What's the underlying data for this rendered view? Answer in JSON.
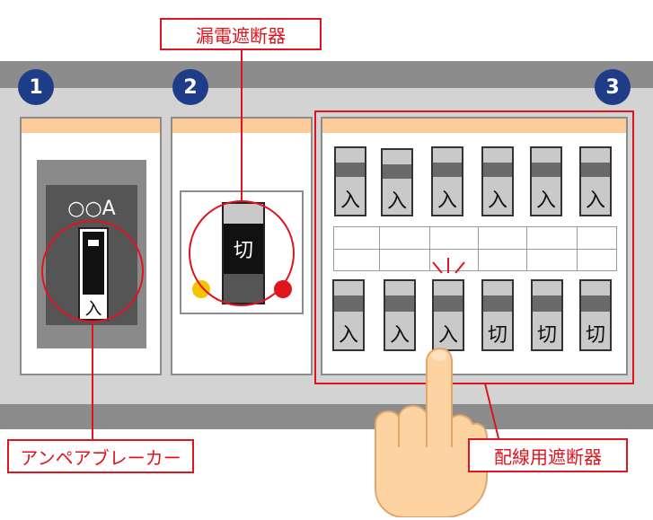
{
  "badges": [
    "1",
    "2",
    "3"
  ],
  "labels": {
    "leakage_breaker": "漏電遮断器",
    "ampere_breaker": "アンペアブレーカー",
    "wiring_breaker": "配線用遮断器"
  },
  "ampere": {
    "rating": "○○A",
    "state": "入"
  },
  "leakage": {
    "state": "切"
  },
  "circuit_breakers": {
    "top": [
      "入",
      "入",
      "入",
      "入",
      "入",
      "入"
    ],
    "bottom": [
      "入",
      "入",
      "入",
      "切",
      "切",
      "切"
    ]
  },
  "colors": {
    "accent_red": "#e0141e",
    "badge_blue": "#1f3c88",
    "peach": "#fccb9c",
    "indicator_yellow": "#f5c400",
    "indicator_red": "#e0141e"
  }
}
